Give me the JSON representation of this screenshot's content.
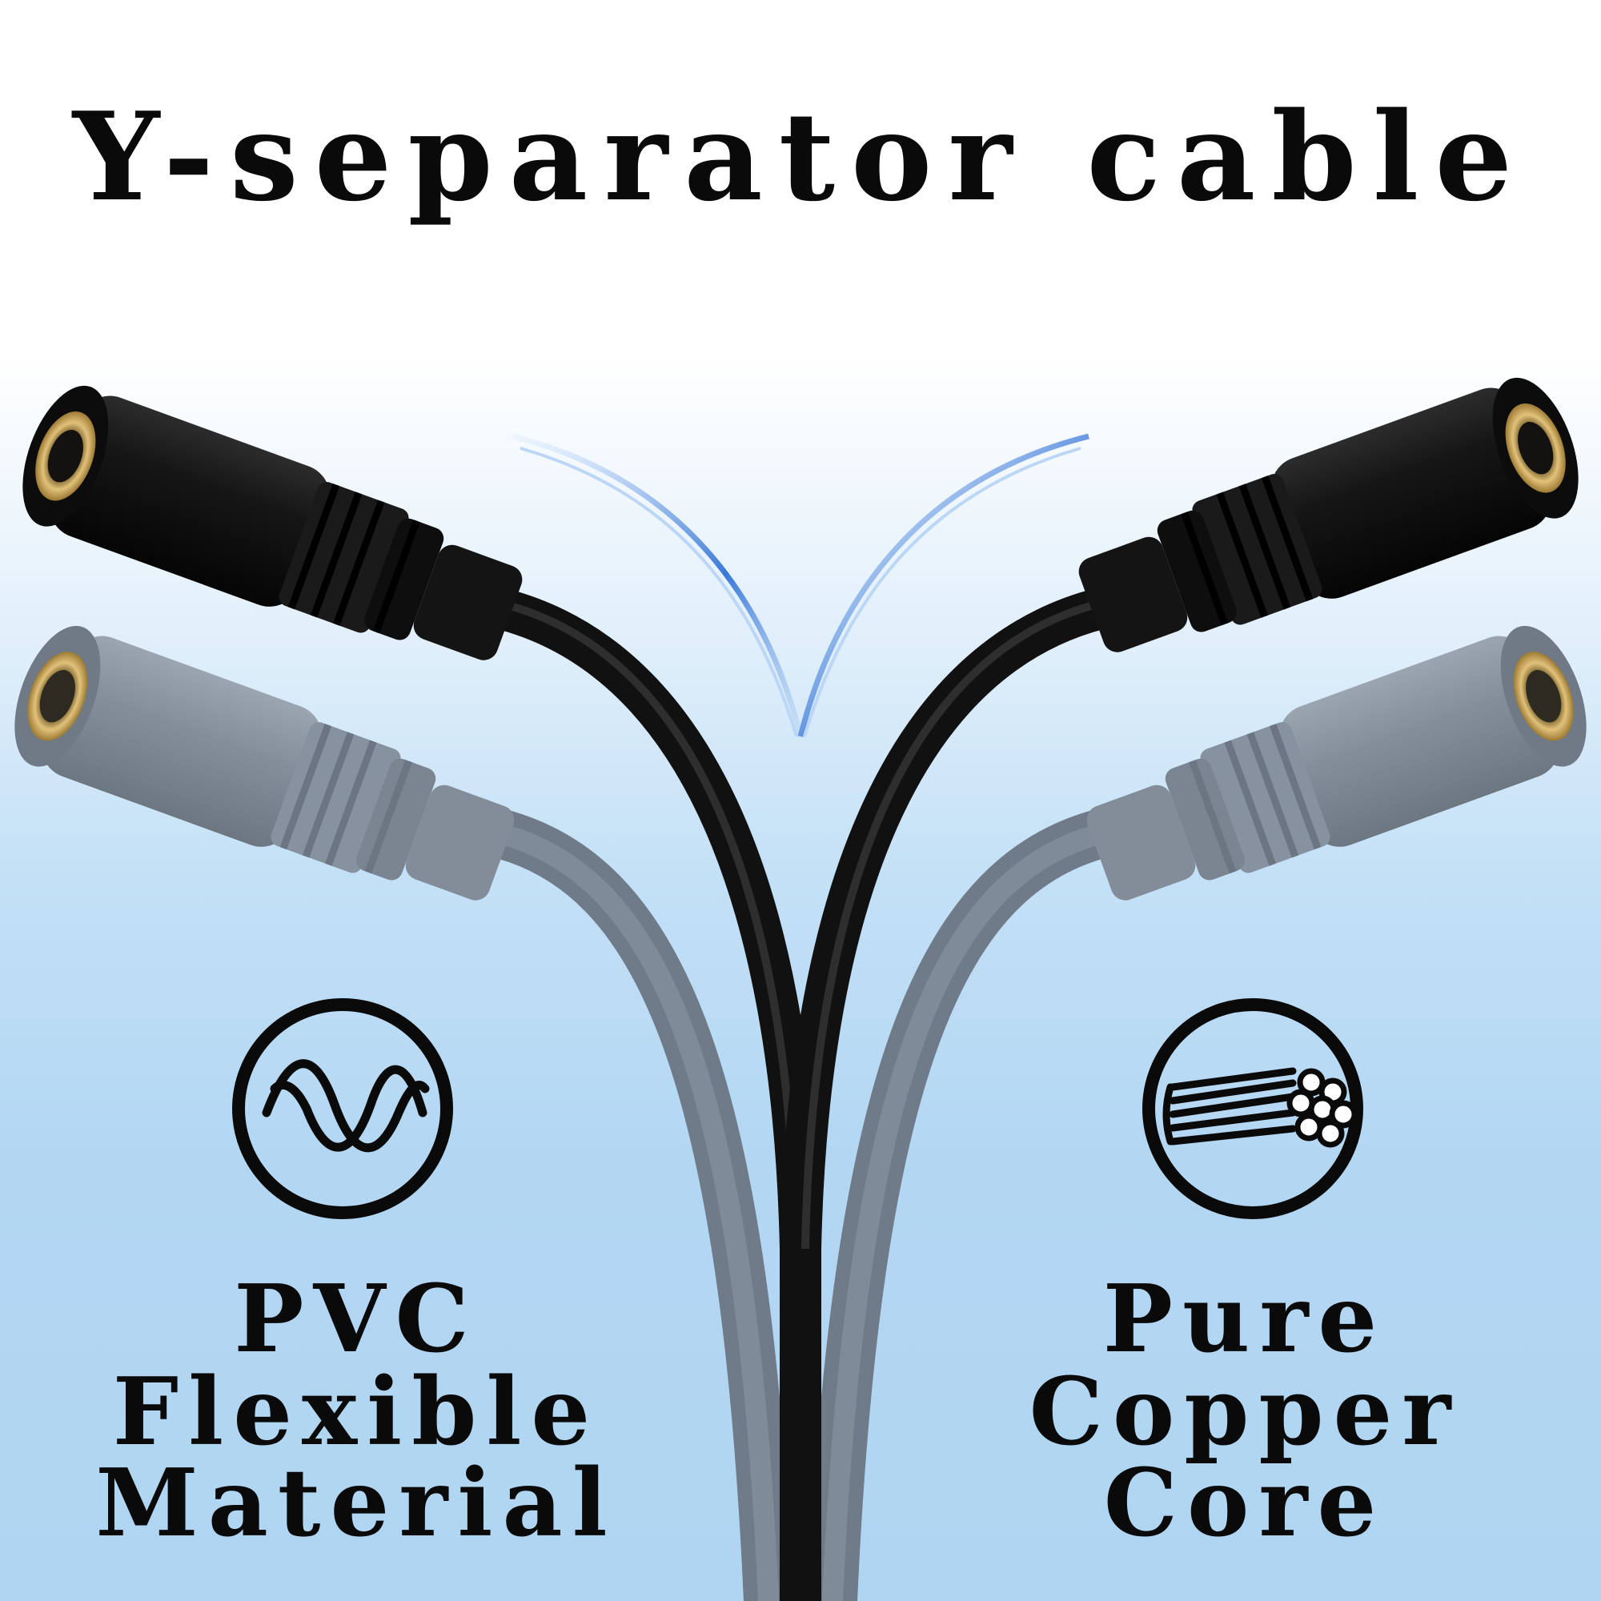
{
  "title": "Y-separator cable",
  "features": {
    "left": {
      "line1": "PVC Flexible",
      "line2": "Material",
      "icon": "flexible-wave-icon"
    },
    "right": {
      "line1": "Pure Copper",
      "line2": "Core",
      "icon": "copper-strands-icon"
    }
  },
  "colors": {
    "text": "#0a0a0a",
    "cable_black": "#151515",
    "cable_ghost": "#7e8b99",
    "gold": "#c9a24b",
    "motion_blue": "#3a78d8"
  }
}
